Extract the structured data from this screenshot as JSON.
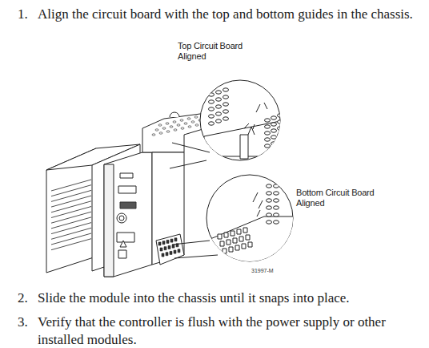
{
  "diagram": {
    "labels": [
      "1.",
      "Align the circuit board with the top and bottom guides in the chassis.",
      "Top Circuit Board Aligned",
      "Bottom Circuit Board Aligned",
      "31997-M",
      "2.",
      "Slide the module into the chassis until it snaps into place.",
      "3.",
      "Verify that the controller is flush with the power supply or other installed modules."
    ]
  }
}
